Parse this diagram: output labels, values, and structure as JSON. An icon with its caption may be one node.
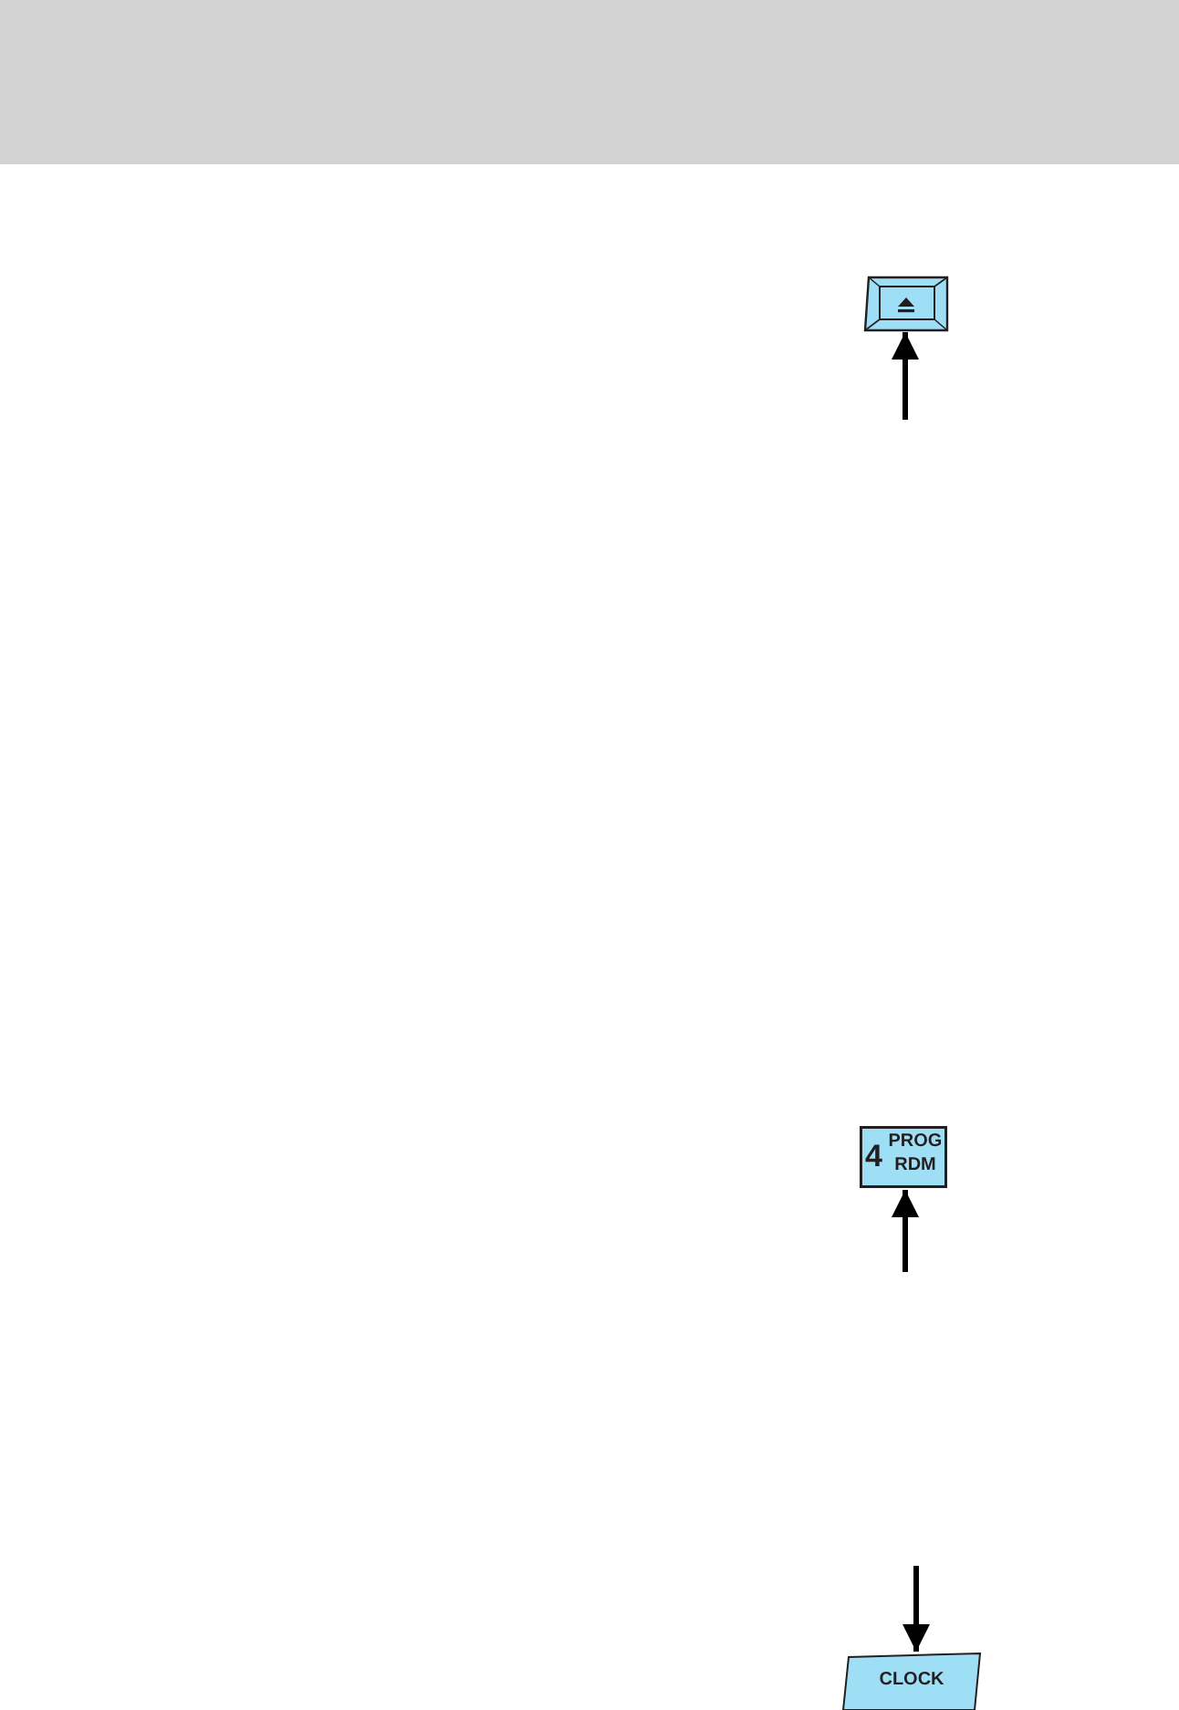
{
  "diagram": {
    "nodes": [
      {
        "text": [],
        "shape": "box"
      },
      {
        "text": [
          "4",
          "PROG RDM"
        ]
      },
      {
        "text": [
          "CLOCK"
        ]
      }
    ],
    "edges": [
      {
        "from": null,
        "to": 0,
        "arrow": "to"
      },
      {
        "from": null,
        "to": 1,
        "arrow": "to"
      },
      {
        "from": null,
        "to": 2,
        "arrow": "to"
      }
    ]
  }
}
